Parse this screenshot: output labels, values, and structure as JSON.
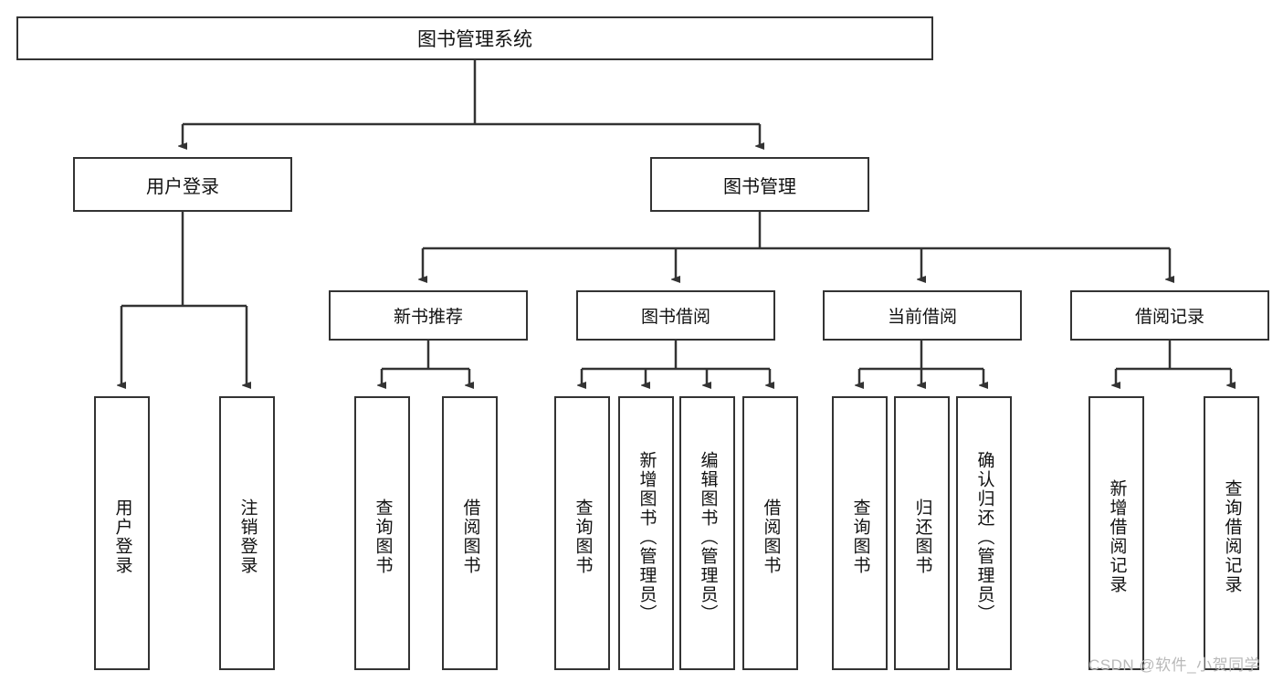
{
  "diagram": {
    "title": "图书管理系统",
    "type": "tree",
    "watermark": "CSDN @软件_小贺同学",
    "colors": {
      "box_border": "#333333",
      "box_fill": "#ffffff",
      "link": "#333333",
      "text": "#111111",
      "watermark": "#b9b9b9",
      "background": "#ffffff"
    },
    "root": {
      "label": "图书管理系统"
    },
    "level1": [
      {
        "label": "用户登录"
      },
      {
        "label": "图书管理"
      }
    ],
    "level2": [
      {
        "label": "新书推荐"
      },
      {
        "label": "图书借阅"
      },
      {
        "label": "当前借阅"
      },
      {
        "label": "借阅记录"
      }
    ],
    "leaves": {
      "user_login": [
        {
          "label": "用户登录"
        },
        {
          "label": "注销登录"
        }
      ],
      "new_book_recommend": [
        {
          "label": "查询图书"
        },
        {
          "label": "借阅图书"
        }
      ],
      "book_borrow": [
        {
          "label": "查询图书"
        },
        {
          "label": "新增图书（管理员）"
        },
        {
          "label": "编辑图书（管理员）"
        },
        {
          "label": "借阅图书"
        }
      ],
      "current_borrow": [
        {
          "label": "查询图书"
        },
        {
          "label": "归还图书"
        },
        {
          "label": "确认归还（管理员）"
        }
      ],
      "borrow_record": [
        {
          "label": "新增借阅记录"
        },
        {
          "label": "查询借阅记录"
        }
      ]
    }
  }
}
